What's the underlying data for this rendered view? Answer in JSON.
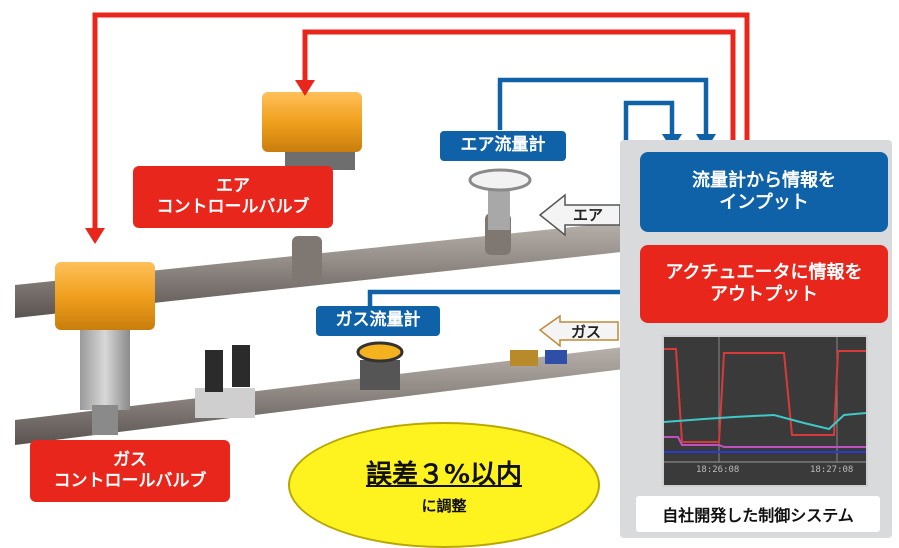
{
  "labels": {
    "air_valve": [
      "エア",
      "コントロールバルブ"
    ],
    "gas_valve": [
      "ガス",
      "コントロールバルブ"
    ],
    "air_flowmeter": "エア流量計",
    "gas_flowmeter": "ガス流量計",
    "air_arrow": "エア",
    "gas_arrow": "ガス"
  },
  "panel": {
    "input_box": [
      "流量計から情報を",
      "インプット"
    ],
    "output_box": [
      "アクチュエータに情報を",
      "アウトプット"
    ],
    "timestamps": [
      "18:26:08",
      "18:27:08"
    ],
    "system_name": "自社開発した制御システム"
  },
  "callout": {
    "main": "誤差３%以内",
    "sub": "に調整"
  },
  "colors": {
    "red": "#e8261b",
    "blue": "#0f62a8",
    "yellow": "#fff31f",
    "actuator": "#f0a01e"
  }
}
